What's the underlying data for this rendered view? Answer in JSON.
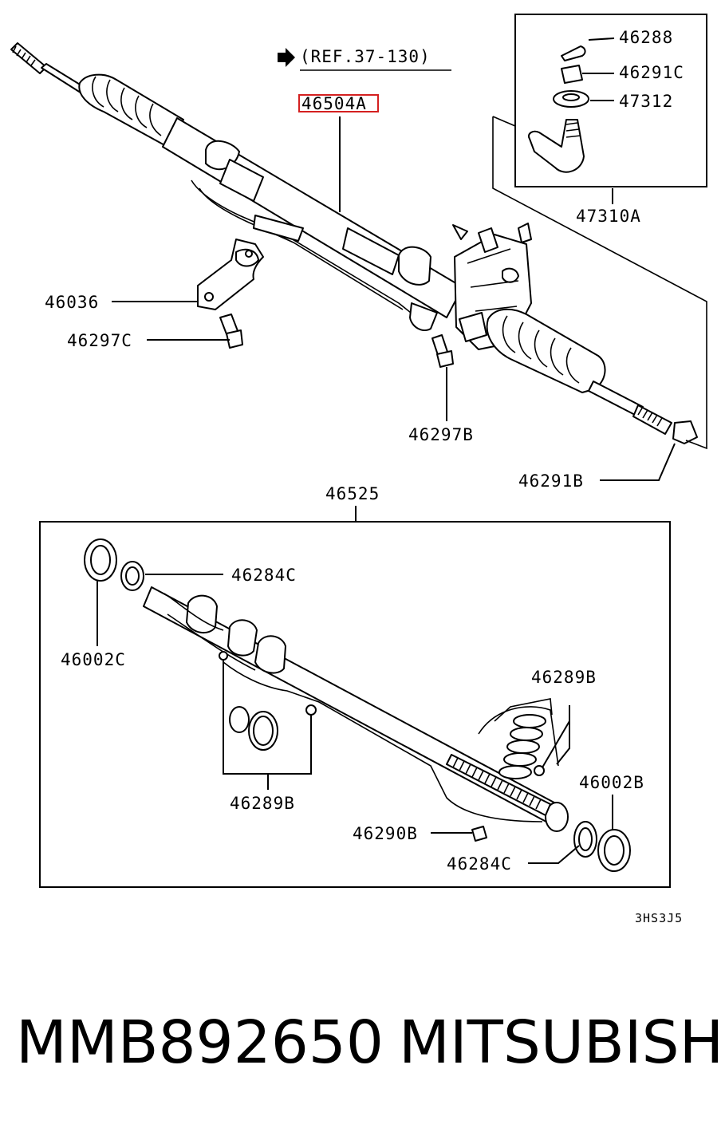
{
  "ref_note": "(REF.37-130)",
  "highlighted_part": "46504A",
  "diagram_code": "3HS3J5",
  "part_labels": {
    "p46288": "46288",
    "p46291c": "46291C",
    "p47312": "47312",
    "p47310a": "47310A",
    "p46036": "46036",
    "p46297c": "46297C",
    "p46297b": "46297B",
    "p46291b": "46291B",
    "p46525": "46525",
    "p46284c_top": "46284C",
    "p46002c": "46002C",
    "p46289b_right": "46289B",
    "p46289b_left": "46289B",
    "p46002b": "46002B",
    "p46290b": "46290B",
    "p46284c_bottom": "46284C"
  },
  "footer": {
    "part_number": "MMB892650",
    "brand": "MITSUBISHI"
  },
  "colors": {
    "highlight": "#d42020",
    "ink": "#000000"
  }
}
